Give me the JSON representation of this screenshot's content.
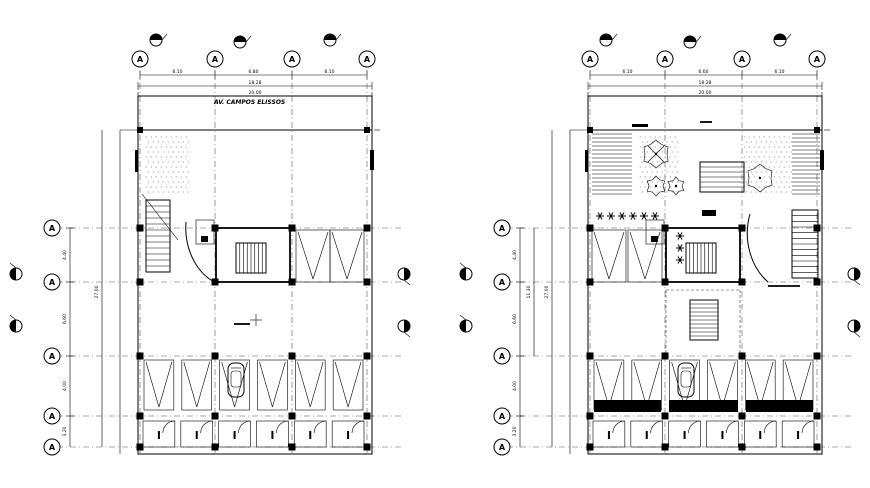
{
  "grid_label": "A",
  "street_name": "AV. CAMPOS ELISSOS",
  "plans": [
    {
      "id": "plan-left",
      "dims_top": [
        "6.10",
        "6.80",
        "6.10"
      ],
      "dim_mid": "18.28",
      "dim_total": "20.00",
      "dims_side": [
        "4.40",
        "6.60",
        "4.00",
        "3.20"
      ],
      "dim_side_total": "27.00",
      "dim_side_sub": ""
    },
    {
      "id": "plan-right",
      "dims_top": [
        "6.10",
        "6.60",
        "6.10"
      ],
      "dim_mid": "18.28",
      "dim_total": "20.00",
      "dims_side": [
        "4.40",
        "6.60",
        "4.00",
        "3.20"
      ],
      "dim_side_total": "27.00",
      "dim_side_sub": "11.30"
    }
  ]
}
